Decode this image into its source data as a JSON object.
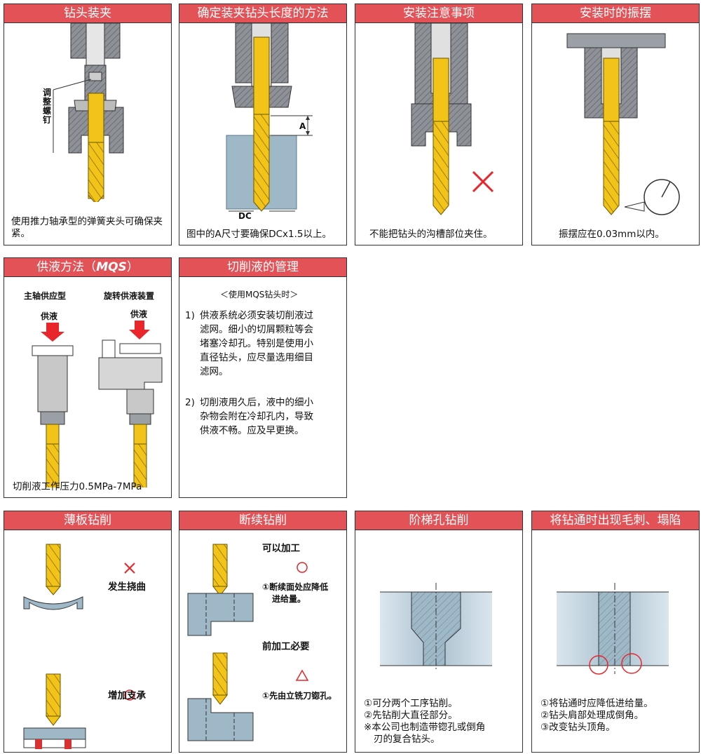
{
  "panels": {
    "clamp": {
      "title": "钻头装夹",
      "side_label": "调整螺钉",
      "caption": "使用推力轴承型的弹簧夹头可确保夹紧。"
    },
    "length": {
      "title": "确定装夹钻头长度的方法",
      "dim_a": "A",
      "dim_dc": "DC",
      "caption": "图中的A尺寸要确保DCx1.5以上。"
    },
    "notes": {
      "title": "安装注意事项",
      "caption": "不能把钻头的沟槽部位夹住。"
    },
    "runout": {
      "title": "安装时的振摆",
      "caption": "振摆应在0.03mm以内。"
    },
    "supply": {
      "title_prefix": "供液方法（",
      "title_mqs": "MQS",
      "title_suffix": "）",
      "type1": "主轴供应型",
      "type2": "旋转供液装置",
      "arrow_label": "供液",
      "caption": "切削液工作压力0.5MPa-7MPa"
    },
    "coolant": {
      "title": "切削液的管理",
      "subtitle": "＜使用MQS钻头时＞",
      "item1_num": "1)",
      "item1_lines": [
        "供液系统必须安装切削液过",
        "滤网。细小的切屑颗粒等会",
        "堵塞冷却孔。特别是使用小",
        "直径钻头，应尽量选用细目",
        "滤网。"
      ],
      "item2_num": "2)",
      "item2_lines": [
        "切削液用久后，液中的细小",
        "杂物会附在冷却孔内，导致",
        "供液不畅。应及早更换。"
      ]
    },
    "thin": {
      "title": "薄板钻削",
      "bad_mark": "×",
      "bad_label": "发生挠曲",
      "good_mark": "○",
      "good_label": "增加支承"
    },
    "interrupt": {
      "title": "断续钻削",
      "ok_label": "可以加工",
      "ok_mark": "○",
      "ok_note_lines": [
        "①断续面处应降低",
        "进给量。"
      ],
      "pre_label": "前加工必要",
      "pre_mark": "△",
      "pre_note": "①先由立铣刀锪孔。"
    },
    "step": {
      "title": "阶梯孔钻削",
      "notes": [
        "①可分两个工序钻削。",
        "②先钻削大直径部分。",
        "※本公司也制造带锪孔或倒角",
        "刃的复合钻头。"
      ]
    },
    "burr": {
      "title": "将钻通时出现毛刺、塌陷",
      "notes": [
        "①将钻通时应降低进给量。",
        "②钻头肩部处理成倒角。",
        "③改变钻头顶角。"
      ]
    }
  },
  "colors": {
    "header": "#e35257",
    "drill": "#f2c318",
    "holder": "#8f9199",
    "work": "#9fb8c8",
    "mark_red": "#e8262c",
    "support": "#d83131"
  }
}
